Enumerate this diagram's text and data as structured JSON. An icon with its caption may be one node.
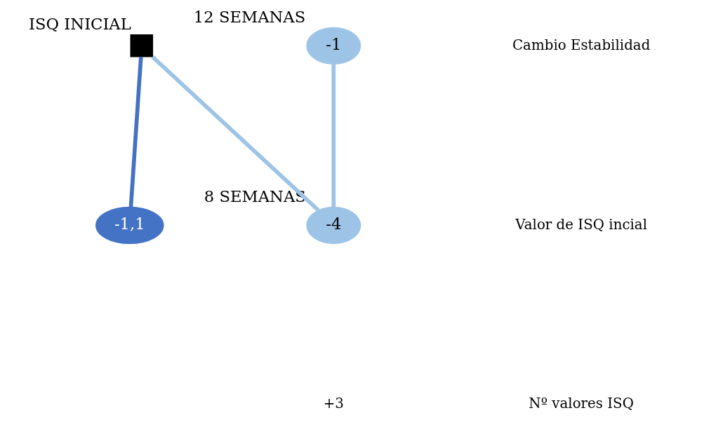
{
  "diagram": {
    "nodes": [
      {
        "text": [],
        "shape": "box",
        "beside": [
          "ISQ INICIAL"
        ]
      },
      {
        "text": [
          "-1"
        ],
        "beside": [
          "12 SEMANAS"
        ]
      },
      {
        "text": [
          "-1,1"
        ]
      },
      {
        "text": [
          "-4"
        ],
        "beside": [
          "8 SEMANAS"
        ]
      }
    ],
    "edges": [
      {
        "from": 0,
        "to": 2,
        "arrow": "none",
        "color": "#4472c4"
      },
      {
        "from": 0,
        "to": 3,
        "arrow": "none"
      },
      {
        "from": 3,
        "to": 1,
        "arrow": "none"
      }
    ],
    "labels": [
      "+3"
    ],
    "legend": [
      {
        "text": "Cambio Estabilidad"
      },
      {
        "text": "Valor de ISQ incial"
      },
      {
        "text": "Nº valores ISQ"
      }
    ]
  }
}
